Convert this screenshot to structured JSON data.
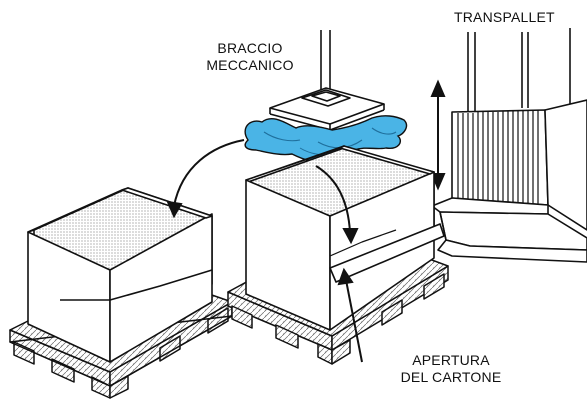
{
  "labels": {
    "arm_line1": "BRACCIO",
    "arm_line2": "MECCANICO",
    "pallet_truck": "TRANSPALLET",
    "opening_line1": "APERTURA",
    "opening_line2": "DEL CARTONE"
  },
  "colors": {
    "ink": "#111111",
    "bag_blue": "#4ab4e6",
    "bag_blue_dark": "#1f8ecb",
    "paper": "#ffffff"
  }
}
